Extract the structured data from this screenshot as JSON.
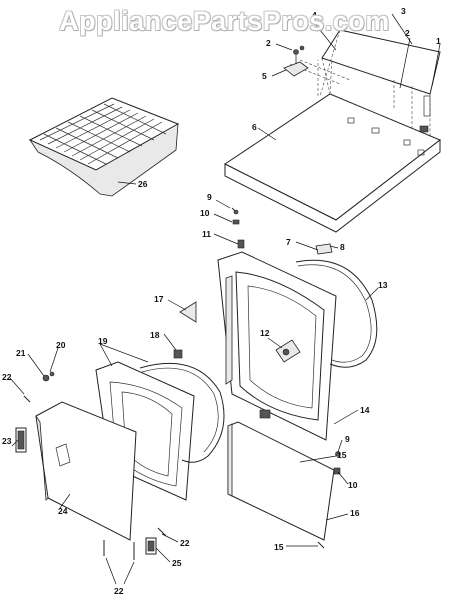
{
  "watermark": "AppliancePartsPros.com",
  "callouts": {
    "c1": "1",
    "c2a": "2",
    "c2b": "2",
    "c3": "3",
    "c4": "4",
    "c5": "5",
    "c6": "6",
    "c7": "7",
    "c8": "8",
    "c9a": "9",
    "c9b": "9",
    "c10a": "10",
    "c10b": "10",
    "c11": "11",
    "c12": "12",
    "c13": "13",
    "c14": "14",
    "c15a": "15",
    "c15b": "15",
    "c16": "16",
    "c17": "17",
    "c18": "18",
    "c19": "19",
    "c20": "20",
    "c21": "21",
    "c22a": "22",
    "c22b": "22",
    "c22c": "22",
    "c23": "23",
    "c24": "24",
    "c25": "25",
    "c26": "26"
  }
}
